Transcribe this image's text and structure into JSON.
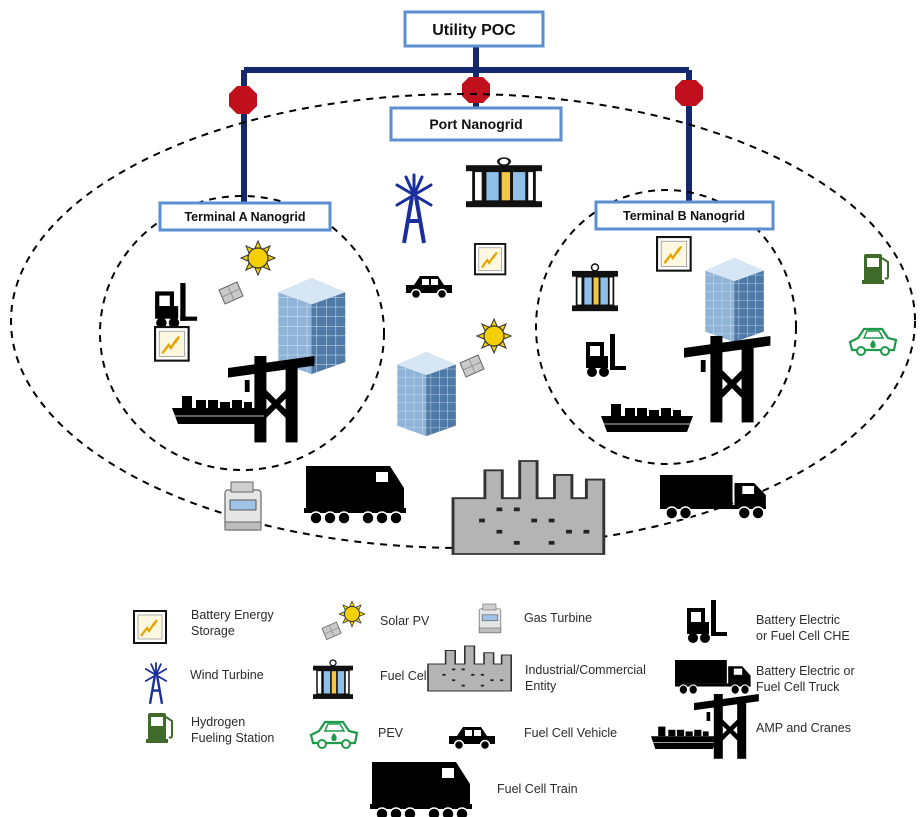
{
  "nodes": {
    "utility": "Utility POC",
    "port": "Port Nanogrid",
    "terminal_a": "Terminal A Nanogrid",
    "terminal_b": "Terminal B Nanogrid"
  },
  "legend": {
    "battery": "Battery Energy\nStorage",
    "solar": "Solar PV",
    "gas_turbine": "Gas Turbine",
    "che": "Battery Electric\nor Fuel Cell CHE",
    "wind": "Wind Turbine",
    "fuel_cell": "Fuel Cell",
    "industrial": "Industrial/Commercial\nEntity",
    "truck": "Battery Electric or\nFuel Cell Truck",
    "hydrogen": "Hydrogen\nFueling Station",
    "pev": "PEV",
    "fcv": "Fuel Cell Vehicle",
    "amp": "AMP and Cranes",
    "train": "Fuel Cell Train"
  },
  "colors": {
    "grid_line": "#14286e",
    "box_border": "#5b8fd0",
    "breaker": "#c0101e",
    "wind": "#1a2e9c",
    "sun": "#f5d000",
    "green": "#1f9a4a",
    "hydrogen": "#3f6b2a"
  }
}
